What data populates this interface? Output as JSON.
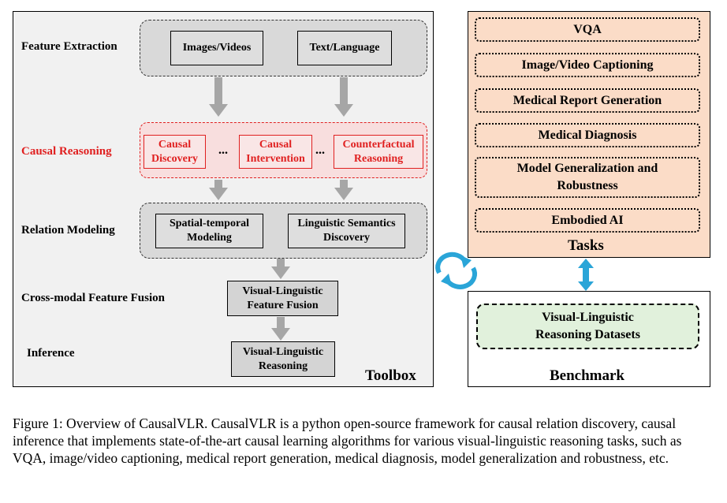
{
  "toolbox": {
    "title": "Toolbox",
    "rows": {
      "feature_extraction": "Feature Extraction",
      "causal_reasoning": "Causal Reasoning",
      "relation_modeling": "Relation Modeling",
      "cross_modal": "Cross-modal Feature Fusion",
      "inference": "Inference"
    },
    "feature_boxes": [
      "Images/Videos",
      "Text/Language"
    ],
    "causal_boxes": [
      [
        "Causal",
        "Discovery"
      ],
      [
        "Causal",
        "Intervention"
      ],
      [
        "Counterfactual",
        "Reasoning"
      ]
    ],
    "ellipsis": "...",
    "relation_boxes": [
      [
        "Spatial-temporal",
        "Modeling"
      ],
      [
        "Linguistic Semantics",
        "Discovery"
      ]
    ],
    "fusion_box": [
      "Visual-Linguistic",
      "Feature Fusion"
    ],
    "inference_box": [
      "Visual-Linguistic",
      "Reasoning"
    ]
  },
  "tasks": {
    "title": "Tasks",
    "items": [
      [
        "VQA"
      ],
      [
        "Image/Video Captioning"
      ],
      [
        "Medical Report Generation"
      ],
      [
        "Medical Diagnosis"
      ],
      [
        "Model Generalization and",
        "Robustness"
      ],
      [
        "Embodied AI"
      ]
    ]
  },
  "benchmark": {
    "title": "Benchmark",
    "dataset": [
      "Visual-Linguistic",
      "Reasoning Datasets"
    ]
  },
  "caption": "Figure 1: Overview of CausalVLR. CausalVLR is a python open-source framework for causal relation discovery, causal inference that implements state-of-the-art causal learning algorithms for various visual-linguistic reasoning tasks, such as VQA, image/video captioning, medical report generation, medical diagnosis, model generalization and robustness, etc.",
  "colors": {
    "toolbox_bg": "#f1f1f1",
    "causal_red": "#e02020",
    "tasks_bg": "#fbdcc7",
    "dataset_bg": "#e1f1dc",
    "link_arrow": "#2aa5d8",
    "flow_arrow": "#a6a6a6"
  }
}
